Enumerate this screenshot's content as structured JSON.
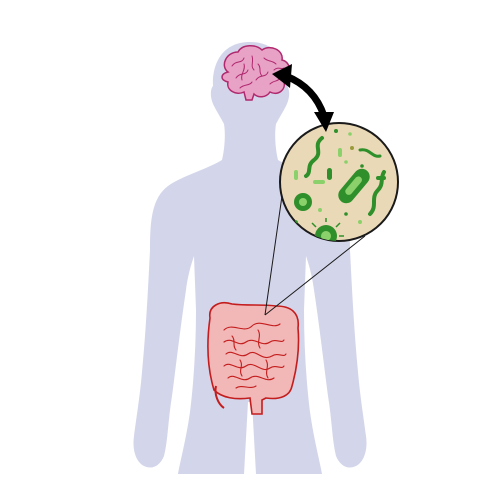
{
  "figure": {
    "subject": "gut-brain-axis",
    "elements": [
      "human-silhouette",
      "brain",
      "intestines",
      "microbiome-zoom",
      "bidirectional-arrow"
    ]
  },
  "colors": {
    "background": "#ffffff",
    "silhouette": "#d3d5ea",
    "brain_fill": "#e7a2c6",
    "brain_stroke": "#b0286e",
    "gut_fill": "#f2b7b7",
    "gut_stroke": "#c41d1d",
    "zoom_circle_fill": "#ead9b6",
    "zoom_circle_stroke": "#1a1a1a",
    "bacteria_dark": "#2f8f2a",
    "bacteria_light": "#8bd16b",
    "arrow": "#000000"
  },
  "icons": [
    "brain-icon",
    "intestine-icon",
    "bacteria-icon",
    "double-arrow-icon"
  ]
}
